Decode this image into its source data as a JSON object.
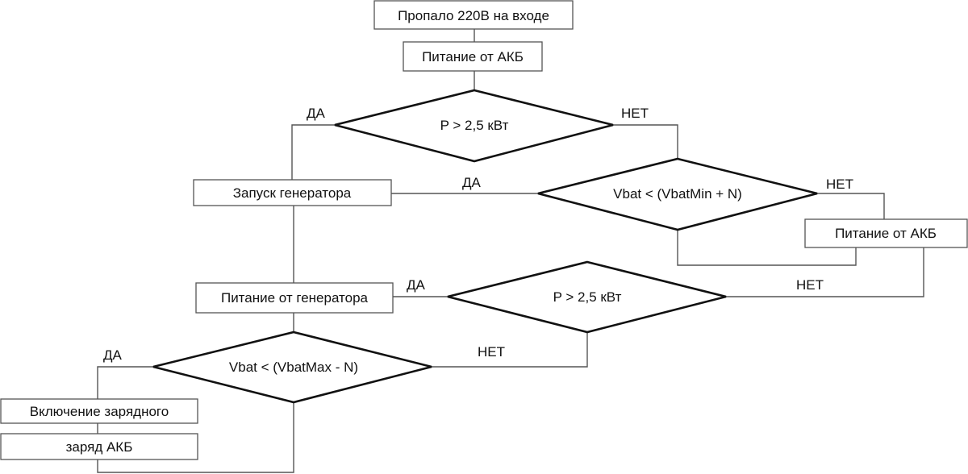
{
  "diagram": {
    "type": "flowchart",
    "colors": {
      "background": "#ffffff",
      "box_stroke": "#555555",
      "diamond_stroke": "#111111",
      "text": "#111111"
    },
    "nodes": {
      "start": {
        "kind": "process",
        "text": "Пропало 220В на входе"
      },
      "battery_power_1": {
        "kind": "process",
        "text": "Питание от АКБ"
      },
      "decision_power_1": {
        "kind": "decision",
        "text": "P > 2,5 кВт"
      },
      "start_generator": {
        "kind": "process",
        "text": "Запуск генератора"
      },
      "decision_vbat_min": {
        "kind": "decision",
        "text": "Vbat < (VbatMin + N)"
      },
      "battery_power_2": {
        "kind": "process",
        "text": "Питание от АКБ"
      },
      "generator_power": {
        "kind": "process",
        "text": "Питание от генератора"
      },
      "decision_power_2": {
        "kind": "decision",
        "text": "P > 2,5 кВт"
      },
      "decision_vbat_max": {
        "kind": "decision",
        "text": "Vbat < (VbatMax - N)"
      },
      "charger_on": {
        "kind": "process",
        "text": "Включение зарядного"
      },
      "battery_charge": {
        "kind": "process",
        "text": "заряд АКБ"
      }
    },
    "edge_labels": {
      "d1_yes": "ДА",
      "d1_no": "НЕТ",
      "d2_yes": "ДА",
      "d2_no": "НЕТ",
      "d3_yes": "ДА",
      "d3_no": "НЕТ",
      "d4_yes": "ДА",
      "d4_no": "НЕТ"
    },
    "edges": [
      {
        "from": "start",
        "to": "battery_power_1"
      },
      {
        "from": "battery_power_1",
        "to": "decision_power_1"
      },
      {
        "from": "decision_power_1",
        "to": "start_generator",
        "label": "ДА"
      },
      {
        "from": "decision_power_1",
        "to": "decision_vbat_min",
        "label": "НЕТ"
      },
      {
        "from": "decision_vbat_min",
        "to": "start_generator",
        "label": "ДА"
      },
      {
        "from": "decision_vbat_min",
        "to": "battery_power_2",
        "label": "НЕТ"
      },
      {
        "from": "battery_power_2",
        "to": "decision_vbat_min"
      },
      {
        "from": "start_generator",
        "to": "generator_power"
      },
      {
        "from": "generator_power",
        "to": "decision_power_2",
        "label": "ДА"
      },
      {
        "from": "decision_power_2",
        "to": "battery_power_2",
        "label": "НЕТ"
      },
      {
        "from": "generator_power",
        "to": "decision_vbat_max"
      },
      {
        "from": "decision_power_2",
        "to": "decision_vbat_max",
        "label": "НЕТ"
      },
      {
        "from": "decision_vbat_max",
        "to": "charger_on",
        "label": "ДА"
      },
      {
        "from": "charger_on",
        "to": "battery_charge"
      },
      {
        "from": "battery_charge",
        "to": "decision_vbat_max"
      }
    ]
  }
}
